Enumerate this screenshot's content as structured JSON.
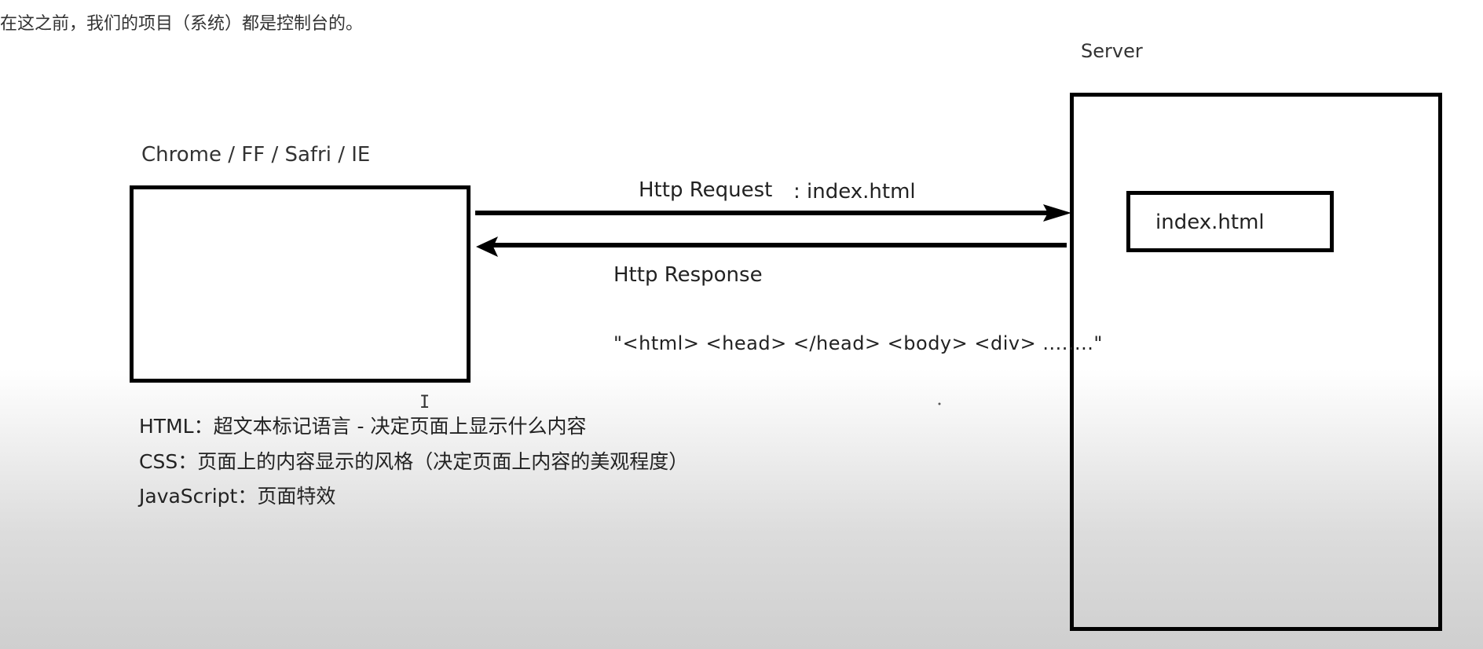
{
  "note": "在这之前，我们的项目（系统）都是控制台的。",
  "client": {
    "label": "Chrome / FF / Safri / IE"
  },
  "server": {
    "label": "Server",
    "file": "index.html"
  },
  "request": {
    "label": "Http Request",
    "file": ": index.html"
  },
  "response": {
    "label": "Http Response",
    "body": "\"<html> <head> </head> <body> <div> ........\""
  },
  "definitions": {
    "html": "HTML：超文本标记语言 - 决定页面上显示什么内容",
    "css": "CSS：页面上的内容显示的风格（决定页面上内容的美观程度）",
    "js": "JavaScript：页面特效"
  },
  "colors": {
    "stroke": "#000000",
    "text": "#222222"
  }
}
